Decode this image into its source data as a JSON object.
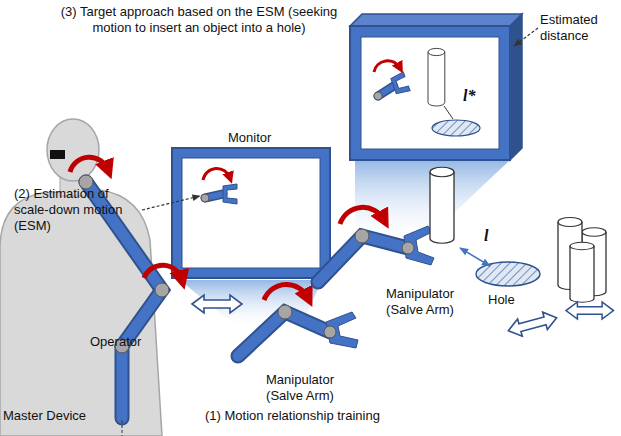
{
  "diagram": {
    "labels": [
      "(3) Target approach based on the ESM (seeking motion to insert an object into a hole)",
      "Estimated distance",
      "Monitor",
      "(2) Estimation of scale-down motion (ESM)",
      "l*",
      "Manipulator (Salve Arm)",
      "Manipulator (Salve Arm)",
      "l",
      "Hole",
      "Operator",
      "Master Device",
      "(1) Motion relationship training"
    ]
  }
}
